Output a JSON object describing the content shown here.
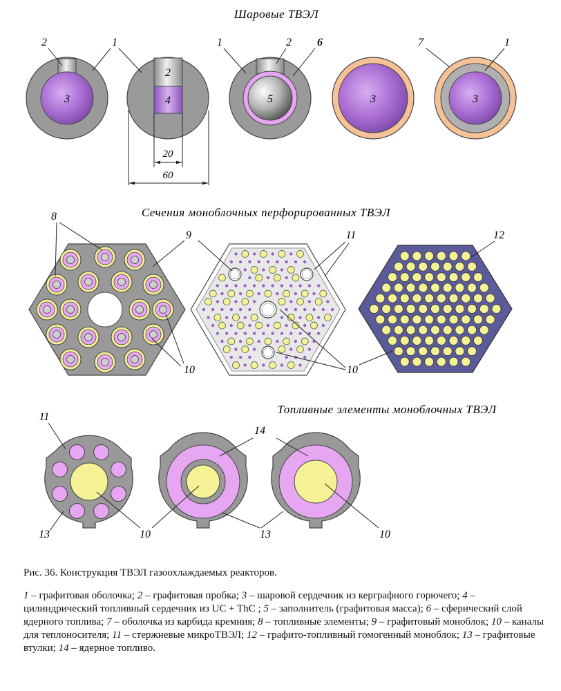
{
  "titles": {
    "spherical": "Шаровые ТВЭЛ",
    "sections": "Сечения моноблочных перфорированных ТВЭЛ",
    "fuel_elements": "Топливные элементы моноблочных ТВЭЛ"
  },
  "labels": {
    "n1": "1",
    "n2": "2",
    "n3": "3",
    "n4": "4",
    "n5": "5",
    "n6": "6",
    "n7": "7",
    "n8": "8",
    "n9": "9",
    "n10": "10",
    "n11": "11",
    "n12": "12",
    "n13": "13",
    "n14": "14"
  },
  "dimensions": {
    "inner": "20",
    "outer": "60"
  },
  "colors": {
    "graphite": "#999999",
    "graphite_light": "#b5b5b5",
    "fuel_purple": "#b57fdb",
    "fuel_purple_dark": "#7d4aa8",
    "micro_yellow": "#f4f295",
    "sic_orange": "#f5c196",
    "pink": "#e6a6f2",
    "mono_blue": "#5b5b9a",
    "filler_white": "#ffffff",
    "outline": "#444444"
  },
  "caption": {
    "title": "Рис. 36. Конструкция ТВЭЛ газоохлаждаемых реакторов.",
    "legend": [
      {
        "num": "1",
        "text": "графитовая оболочка;"
      },
      {
        "num": "2",
        "text": "графитовая пробка;"
      },
      {
        "num": "3",
        "text": "шаровой сердечник из керграфного горючего;"
      },
      {
        "num": "4",
        "text": "цилиндрический топливный сердечник из UC + ThC ;"
      },
      {
        "num": "5",
        "text": "заполнитель (графитовая масса);"
      },
      {
        "num": "6",
        "text": "сферический слой ядерного топлива;"
      },
      {
        "num": "7",
        "text": "оболочка из карбида кремния;"
      },
      {
        "num": "8",
        "text": "топливные элементы;"
      },
      {
        "num": "9",
        "text": "графитовый моноблок;"
      },
      {
        "num": "10",
        "text": "каналы для теплоносителя;"
      },
      {
        "num": "11",
        "text": "стержневые микроТВЭЛ;"
      },
      {
        "num": "12",
        "text": "графито-топливный гомогенный моноблок;"
      },
      {
        "num": "13",
        "text": "графитовые втулки;"
      },
      {
        "num": "14",
        "text": "ядерное топливо."
      }
    ]
  }
}
